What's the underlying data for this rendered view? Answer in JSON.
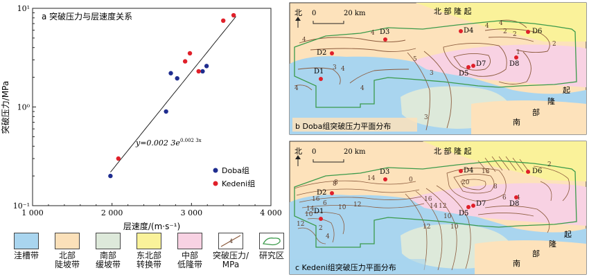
{
  "colors": {
    "trough": "#a9d5ef",
    "north_slope": "#fbe0b9",
    "south_slope": "#dde9da",
    "transition": "#faf29a",
    "central_uplift": "#f8d2e3",
    "contour": "#8b5a3c",
    "study_area": "#3a9a4a",
    "doba": "#1f2d8f",
    "kedeni": "#e0202a"
  },
  "chart_data": {
    "type": "scatter",
    "title": "a 突破压力与层速度关系",
    "xlabel": "层速度/(m·s⁻¹)",
    "ylabel": "突破压力/MPa",
    "xlim": [
      1000,
      4000
    ],
    "ylim": [
      0.1,
      10
    ],
    "y_scale": "log",
    "x_ticks": [
      "1 000",
      "2 000",
      "3 000",
      "4 000"
    ],
    "y_ticks": [
      "10¹",
      "10⁰",
      "10⁻¹"
    ],
    "legend": [
      "Doba组",
      "Kedeni组"
    ],
    "legend_position": "bottom-right",
    "series": [
      {
        "name": "Doba组",
        "x": [
          1980,
          2680,
          2740,
          2820,
          3140,
          3190
        ],
        "y": [
          0.2,
          0.9,
          2.2,
          1.95,
          2.3,
          2.6
        ]
      },
      {
        "name": "Kedeni组",
        "x": [
          2080,
          2920,
          2980,
          3090,
          3400,
          3530
        ],
        "y": [
          0.3,
          2.9,
          3.5,
          2.3,
          7.5,
          8.5
        ]
      }
    ],
    "fit": {
      "label_prefix": "y=0.002 3e",
      "label_exp": "0.002 3x",
      "a": 0.0023,
      "b": 0.0023,
      "x_range": [
        1980,
        3560
      ]
    }
  },
  "legend": {
    "items": [
      {
        "label": "洼槽带",
        "key": "trough"
      },
      {
        "label": "北部\n陡坡带",
        "key": "north_slope"
      },
      {
        "label": "南部\n缓坡带",
        "key": "south_slope"
      },
      {
        "label": "东北部\n转换带",
        "key": "transition"
      },
      {
        "label": "中部\n低隆带",
        "key": "central_uplift"
      },
      {
        "label": "突破压力/\nMPa",
        "key": "contour"
      },
      {
        "label": "研究区",
        "key": "study_area"
      }
    ]
  },
  "map_common": {
    "north": "北",
    "scale_start": "0",
    "scale_end": "20 km",
    "north_uplift": "北 部 隆 起",
    "south_uplift_1": "南",
    "south_uplift_2": "部",
    "south_uplift_3": "隆",
    "south_uplift_4": "起"
  },
  "map_b": {
    "caption": "b Doba组突破压力平面分布",
    "wells": [
      "D1",
      "D2",
      "D3",
      "D4",
      "D5",
      "D6",
      "D7",
      "D8"
    ],
    "contour_labels": [
      "4",
      "4",
      "4",
      "4",
      "4",
      "4",
      "4",
      "3",
      "3",
      "3",
      "2",
      "2",
      "2",
      "5",
      "1"
    ]
  },
  "map_c": {
    "caption": "c Kedeni组突破压力平面分布",
    "wells": [
      "D1",
      "D2",
      "D3",
      "D4",
      "D5",
      "D6",
      "D7",
      "D8"
    ],
    "contour_labels": [
      "16",
      "14",
      "12",
      "10",
      "8",
      "6",
      "4",
      "2",
      "0",
      "20",
      "18",
      "16",
      "14",
      "12",
      "10",
      "8",
      "6",
      "4",
      "14",
      "12",
      "10",
      "8",
      "12",
      "10",
      "2"
    ]
  }
}
